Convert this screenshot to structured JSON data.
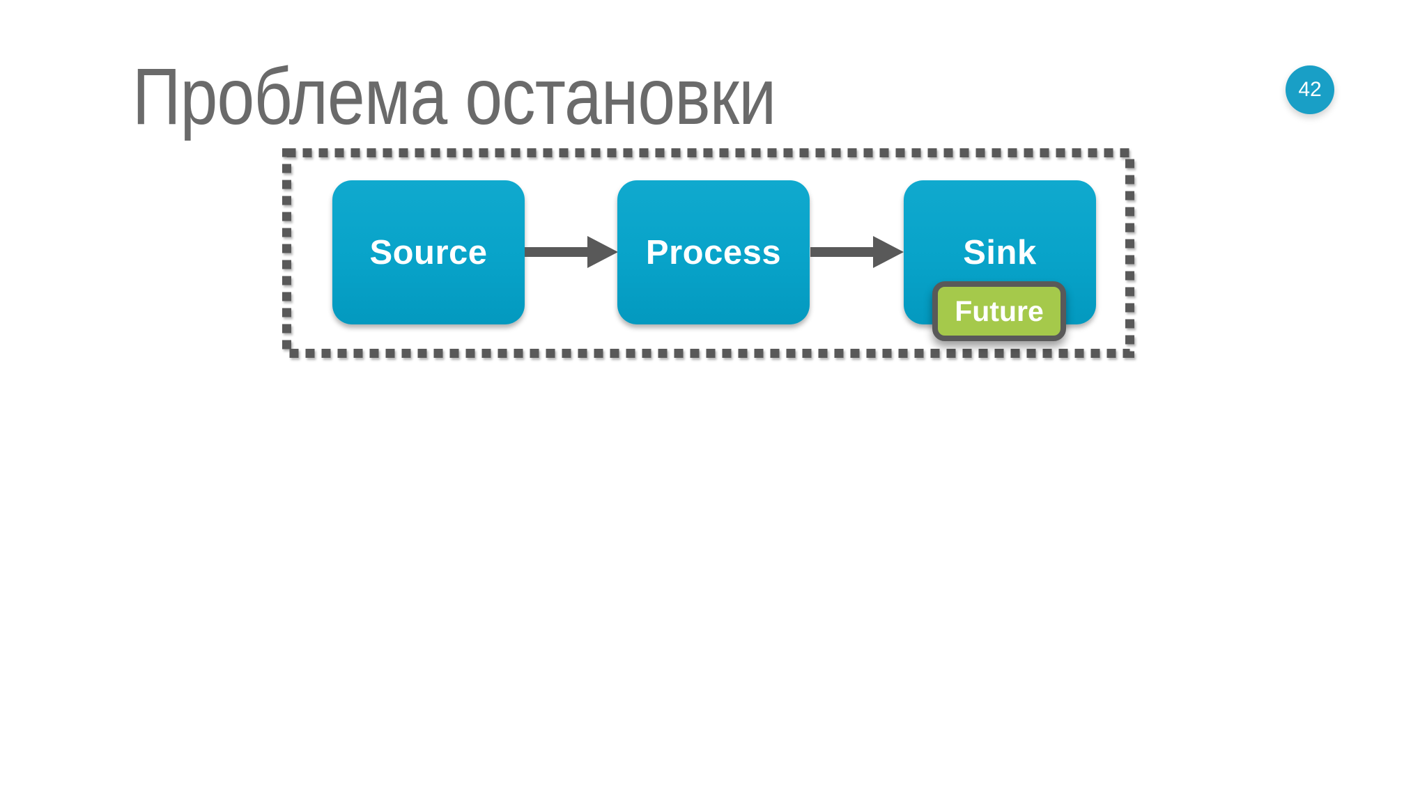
{
  "slide": {
    "title": "Проблема остановки",
    "page_number": "42",
    "background_color": "#ffffff",
    "title_color": "#6a6a6a",
    "badge_color": "#199fc6"
  },
  "diagram": {
    "frame": {
      "style": "dashed",
      "color": "#595959"
    },
    "colors": {
      "node_fill": "#08a3c9",
      "node_text": "#ffffff",
      "arrow": "#595959",
      "overlay_fill": "#a5c94b",
      "overlay_border": "#595959",
      "overlay_text": "#ffffff"
    },
    "nodes": [
      {
        "label": "Source"
      },
      {
        "label": "Process"
      },
      {
        "label": "Sink"
      }
    ],
    "arrows": [
      {
        "from": "Source",
        "to": "Process"
      },
      {
        "from": "Process",
        "to": "Sink"
      }
    ],
    "overlay": {
      "label": "Future",
      "attached_to": "Sink"
    }
  }
}
